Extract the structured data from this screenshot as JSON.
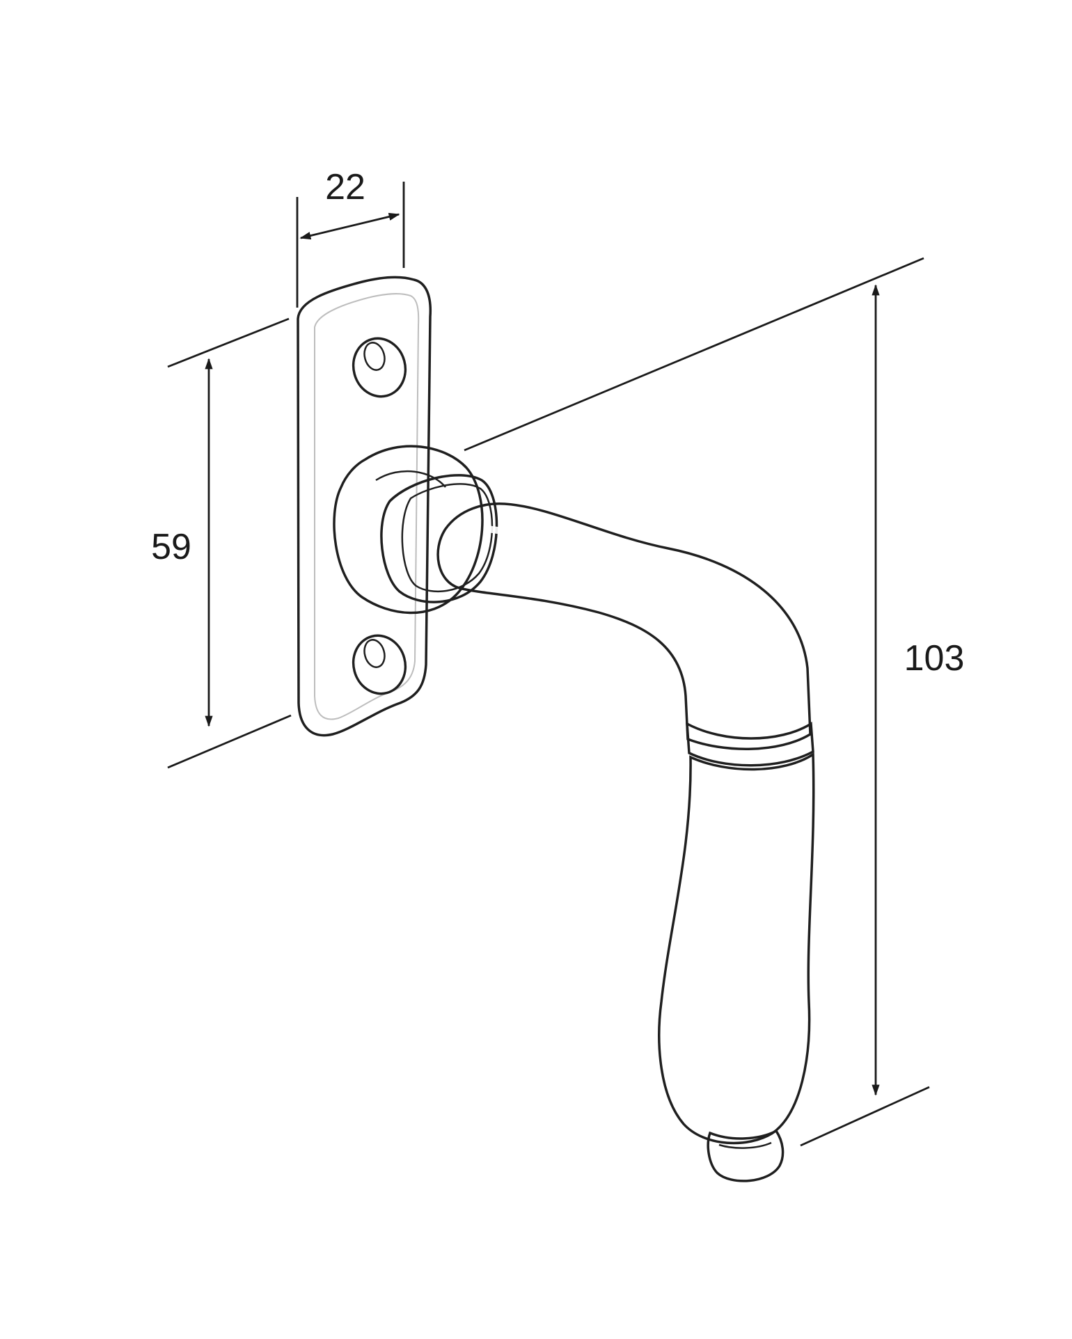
{
  "diagram": {
    "dimensions": {
      "width": "22",
      "plate_height": "59",
      "total_height": "103"
    },
    "colors": {
      "background": "#ffffff",
      "line": "#1f1f1f",
      "metal_light": "#f4f4f4",
      "metal_mid": "#d6d6d6",
      "metal_dark": "#9a9a9a"
    }
  }
}
